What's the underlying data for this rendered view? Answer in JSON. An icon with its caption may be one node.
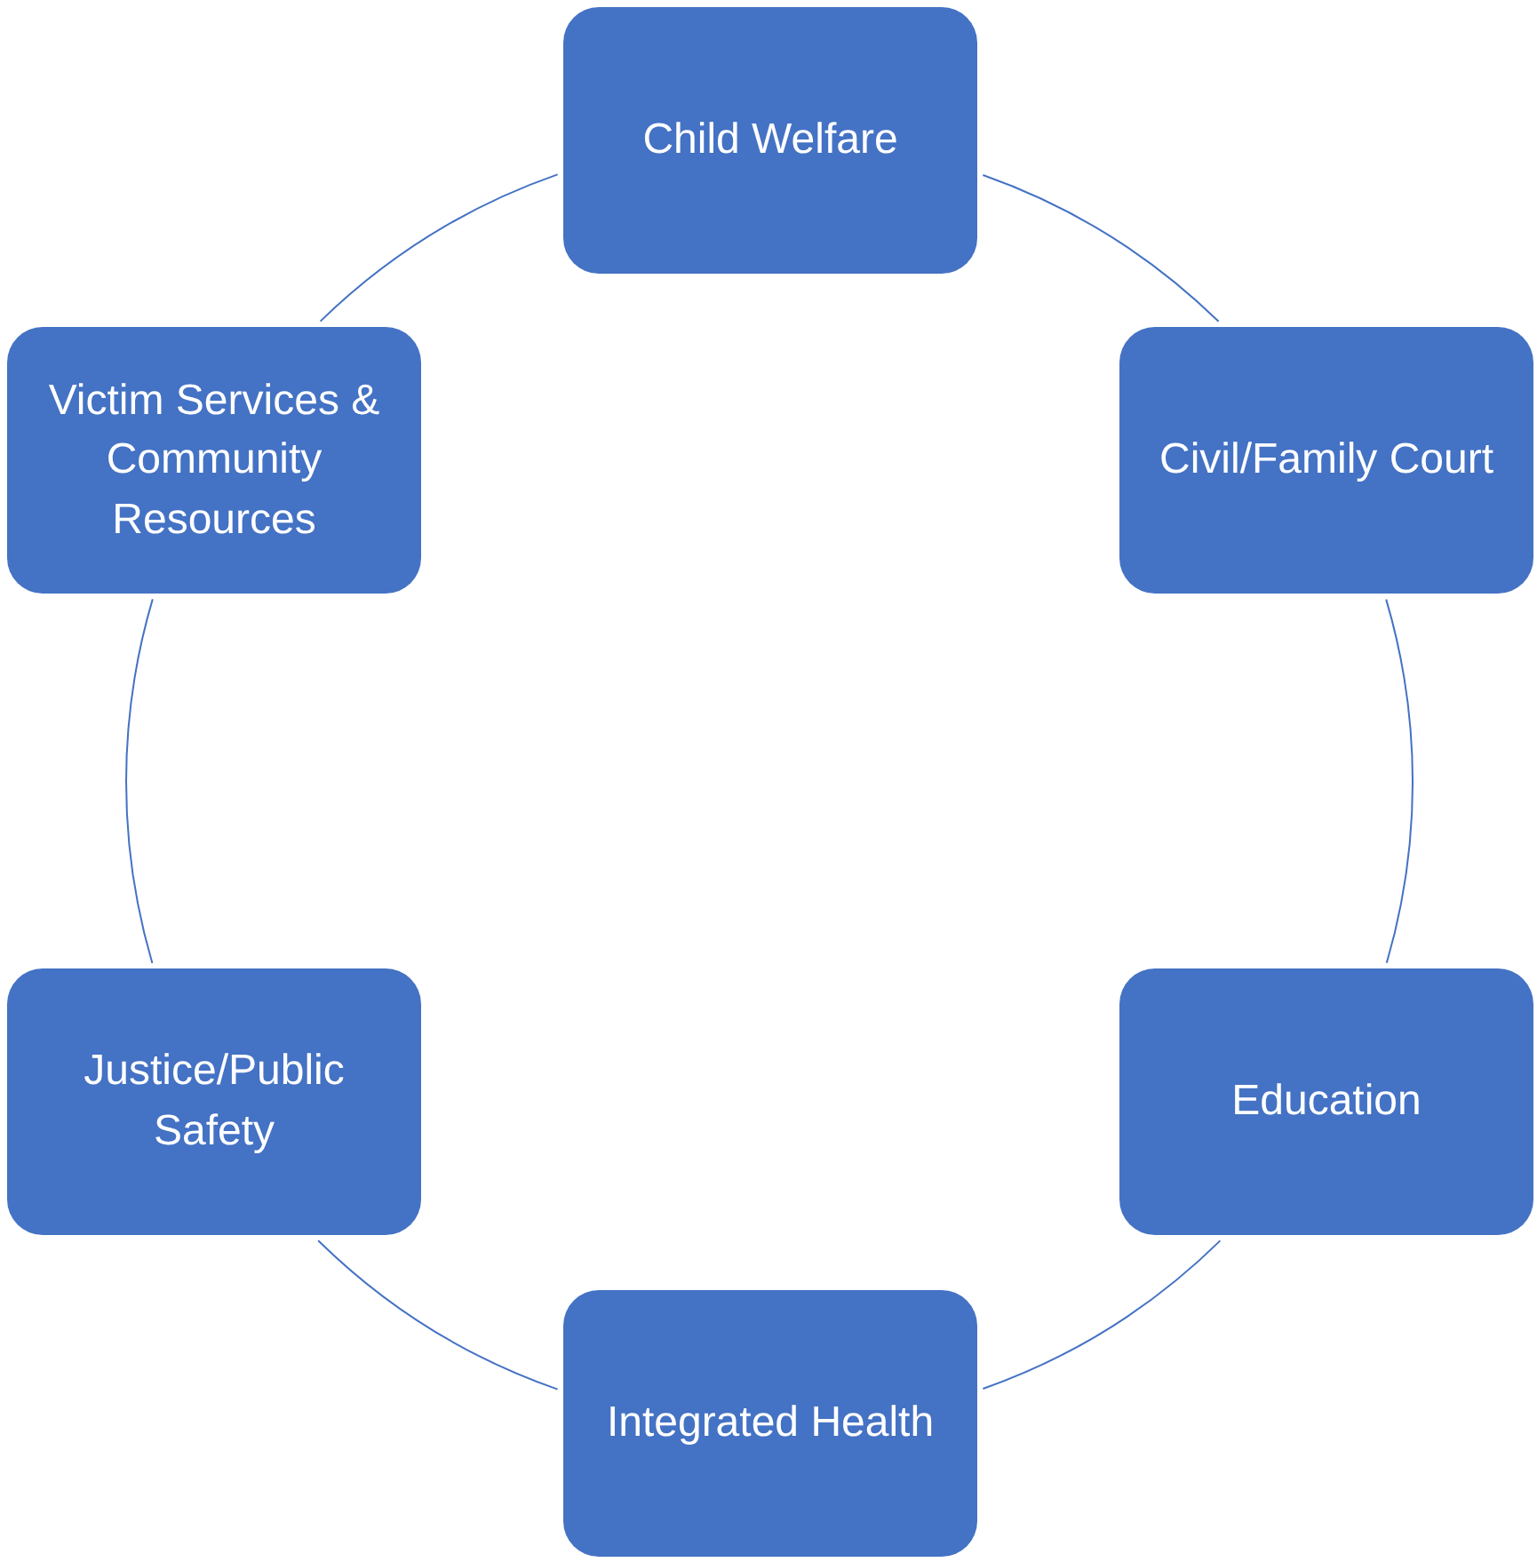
{
  "diagram": {
    "nodes": [
      {
        "text": [
          "Child Welfare"
        ]
      },
      {
        "text": [
          "Civil/Family Court"
        ]
      },
      {
        "text": [
          "Education"
        ]
      },
      {
        "text": [
          "Integrated Health"
        ]
      },
      {
        "text": [
          "Justice/Public Safety"
        ]
      },
      {
        "text": [
          "Victim Services & Community Resources"
        ]
      }
    ],
    "edges": [
      {
        "from": 0,
        "to": 1,
        "arrow": "none"
      },
      {
        "from": 1,
        "to": 2,
        "arrow": "none"
      },
      {
        "from": 2,
        "to": 3,
        "arrow": "none"
      },
      {
        "from": 3,
        "to": 4,
        "arrow": "none"
      },
      {
        "from": 4,
        "to": 5,
        "arrow": "none"
      },
      {
        "from": 5,
        "to": 0,
        "arrow": "none"
      }
    ]
  }
}
